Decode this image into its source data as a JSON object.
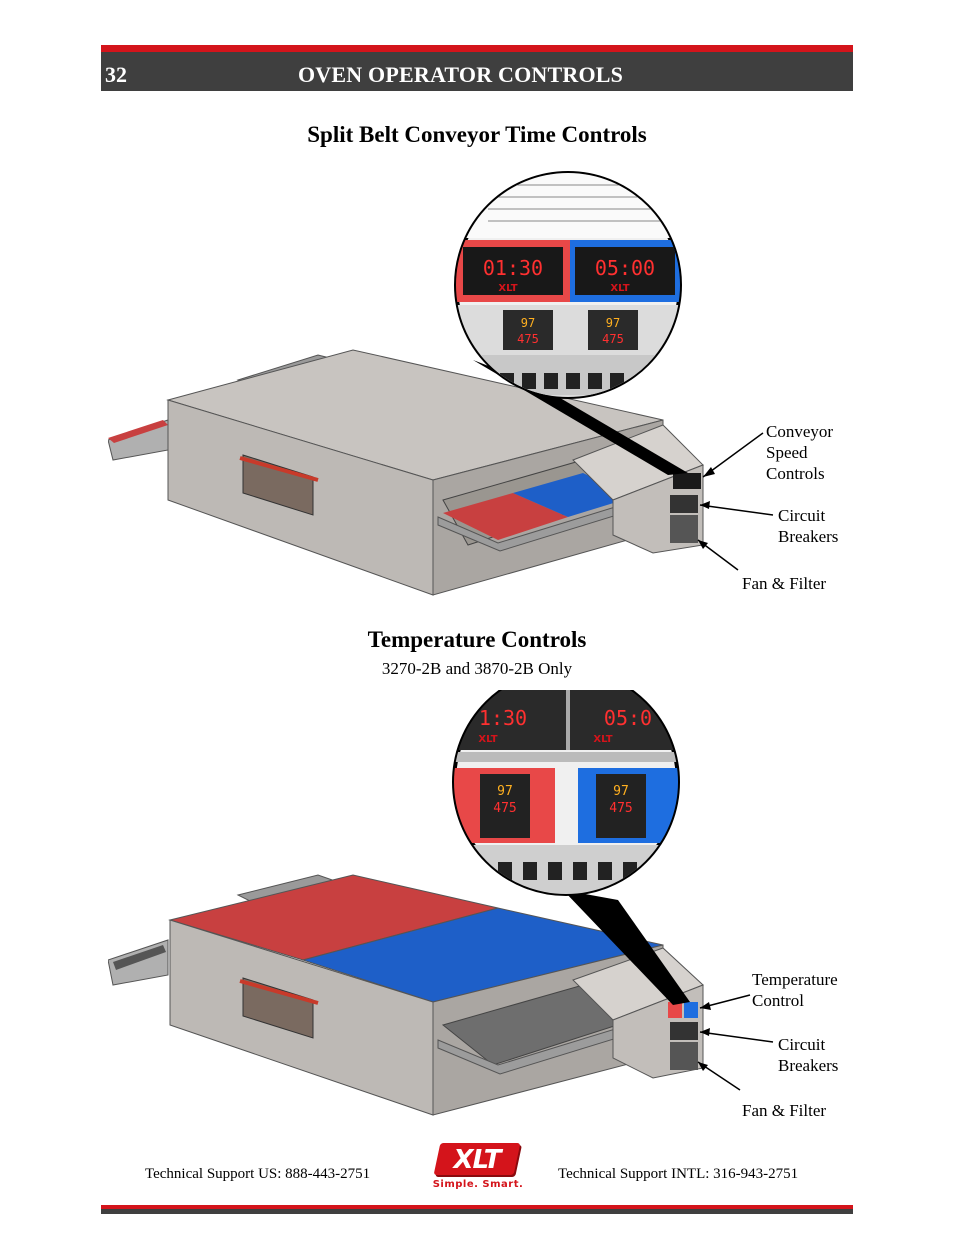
{
  "header": {
    "page_number": "32",
    "title": "OVEN OPERATOR CONTROLS"
  },
  "section1": {
    "title": "Split Belt Conveyor Time Controls",
    "display_left": "01:30",
    "display_right": "05:00",
    "temp_top": "97",
    "temp_bottom": "475",
    "brand": "XLT",
    "callouts": {
      "conveyor": [
        "Conveyor",
        "Speed",
        "Controls"
      ],
      "breakers": [
        "Circuit",
        "Breakers"
      ],
      "fan": "Fan & Filter"
    }
  },
  "section2": {
    "title": "Temperature Controls",
    "subtitle": "3270-2B and 3870-2B Only",
    "display_left": "1:30",
    "display_right": "05:0",
    "temp_top": "97",
    "temp_bottom": "475",
    "brand": "XLT",
    "callouts": {
      "temperature": [
        "Temperature",
        "Control"
      ],
      "breakers": [
        "Circuit",
        "Breakers"
      ],
      "fan": "Fan & Filter"
    }
  },
  "footer": {
    "support_us": "Technical Support  US:  888-443-2751",
    "support_intl": "Technical Support  INTL:  316-943-2751",
    "logo_text": "XLT",
    "logo_slogan": "Simple. Smart."
  },
  "colors": {
    "accent_red": "#d4141b",
    "header_gray": "#3f3f3f",
    "zone_red": "#c84040",
    "zone_blue": "#1e5fc8"
  }
}
